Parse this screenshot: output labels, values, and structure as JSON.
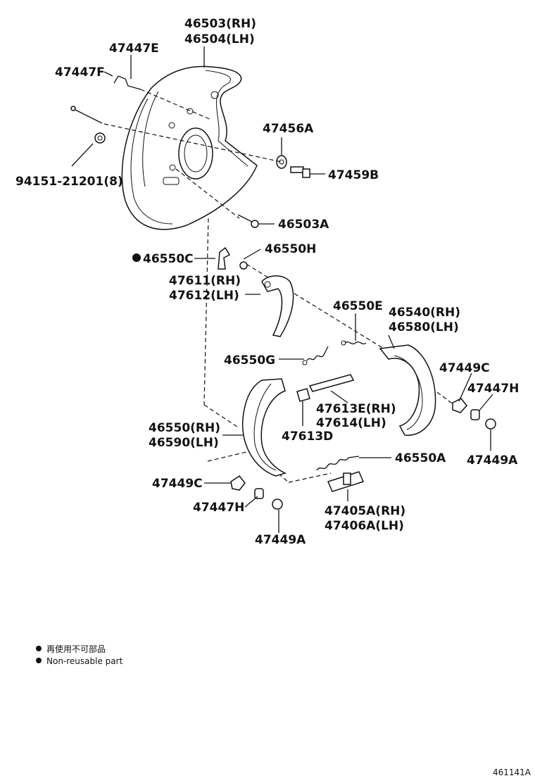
{
  "labels": {
    "p46503_rh": "46503(RH)",
    "p46504_lh": "46504(LH)",
    "p47447e": "47447E",
    "p47447f": "47447F",
    "p47456a": "47456A",
    "p47459b": "47459B",
    "p94151": "94151-21201(8)",
    "p46503a": "46503A",
    "p46550c": "46550C",
    "p46550h": "46550H",
    "p47611_rh": "47611(RH)",
    "p47612_lh": "47612(LH)",
    "p46550e": "46550E",
    "p46540_rh": "46540(RH)",
    "p46580_lh": "46580(LH)",
    "p46550g": "46550G",
    "p47449c_r": "47449C",
    "p47447h_r": "47447H",
    "p47613e_rh": "47613E(RH)",
    "p47614_lh": "47614(LH)",
    "p46550_rh": "46550(RH)",
    "p46590_lh": "46590(LH)",
    "p47613d": "47613D",
    "p47449a_r": "47449A",
    "p46550a": "46550A",
    "p47449c_l": "47449C",
    "p47447h_l": "47447H",
    "p47405a_rh": "47405A(RH)",
    "p47406a_lh": "47406A(LH)",
    "p47449a_l": "47449A"
  },
  "legend": {
    "jp": "再使用不可部品",
    "en": "Non-reusable part"
  },
  "figure_id": "461141A"
}
